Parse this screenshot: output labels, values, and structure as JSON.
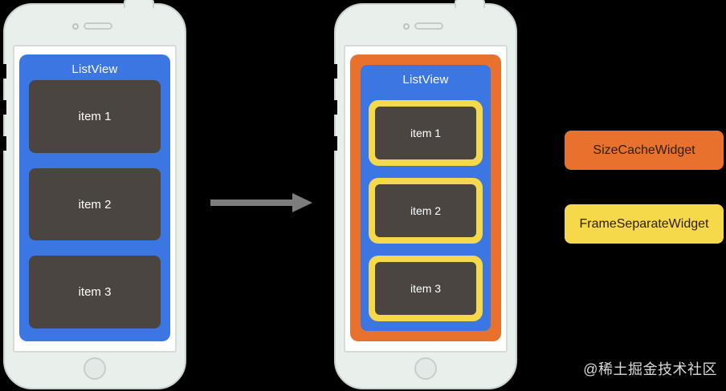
{
  "diagram": {
    "left_phone": {
      "listview_title": "ListView",
      "items": [
        "item 1",
        "item 2",
        "item 3"
      ]
    },
    "right_phone": {
      "listview_title": "ListView",
      "items": [
        "item 1",
        "item 2",
        "item 3"
      ]
    },
    "legend": {
      "size_cache": {
        "label": "SizeCacheWidget",
        "color": "#E8712E"
      },
      "frame_separate": {
        "label": "FrameSeparateWidget",
        "color": "#F5D94A"
      }
    },
    "watermark": "@稀土掘金技术社区",
    "colors": {
      "background": "#000000",
      "listview_blue": "#3B76E3",
      "item_dark_gray": "#4A4540",
      "size_cache_orange": "#E8712E",
      "frame_separate_yellow": "#F5D94A",
      "phone_body": "#E9EFEB",
      "phone_border": "#C9D3CF",
      "arrow_gray": "#7D7D7D",
      "watermark_gray": "#D9D9D9"
    }
  }
}
